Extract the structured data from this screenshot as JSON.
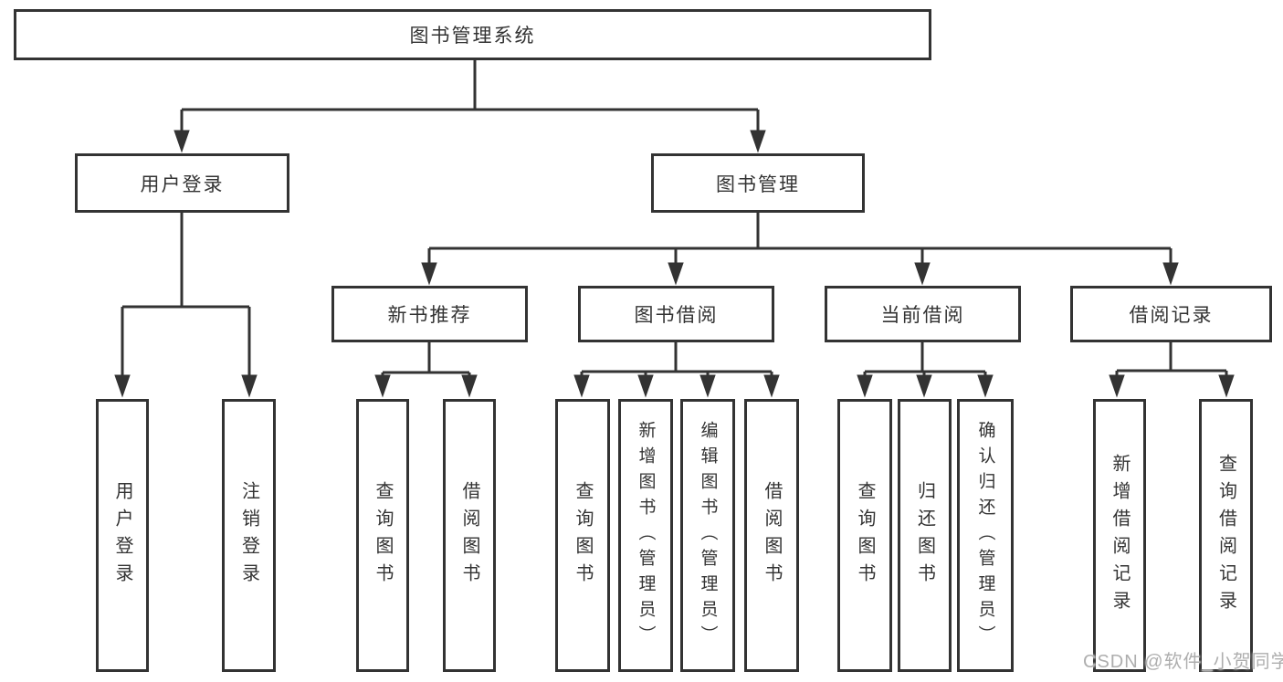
{
  "page": {
    "watermark": "CSDN @软件_小贺同学",
    "background": "#ffffff"
  },
  "diagram": {
    "type": "hierarchy-tree",
    "root": {
      "label": "图书管理系统"
    },
    "branches": [
      {
        "id": "user-login",
        "label": "用户登录",
        "children": [
          "用户登录",
          "注销登录"
        ]
      },
      {
        "id": "book-management",
        "label": "图书管理",
        "sections": [
          {
            "id": "new-book-recommend",
            "label": "新书推荐",
            "children": [
              "查询图书",
              "借阅图书"
            ]
          },
          {
            "id": "book-borrowing",
            "label": "图书借阅",
            "children": [
              "查询图书",
              "新增图书（管理员）",
              "编辑图书（管理员）",
              "借阅图书"
            ]
          },
          {
            "id": "current-borrowing",
            "label": "当前借阅",
            "children": [
              "查询图书",
              "归还图书",
              "确认归还（管理员）"
            ]
          },
          {
            "id": "borrowing-records",
            "label": "借阅记录",
            "children": [
              "新增借阅记录",
              "查询借阅记录"
            ]
          }
        ]
      }
    ],
    "colors": {
      "line": "#333333",
      "text": "#333333",
      "box_fill": "#ffffff",
      "watermark": "#aeaeae"
    }
  }
}
